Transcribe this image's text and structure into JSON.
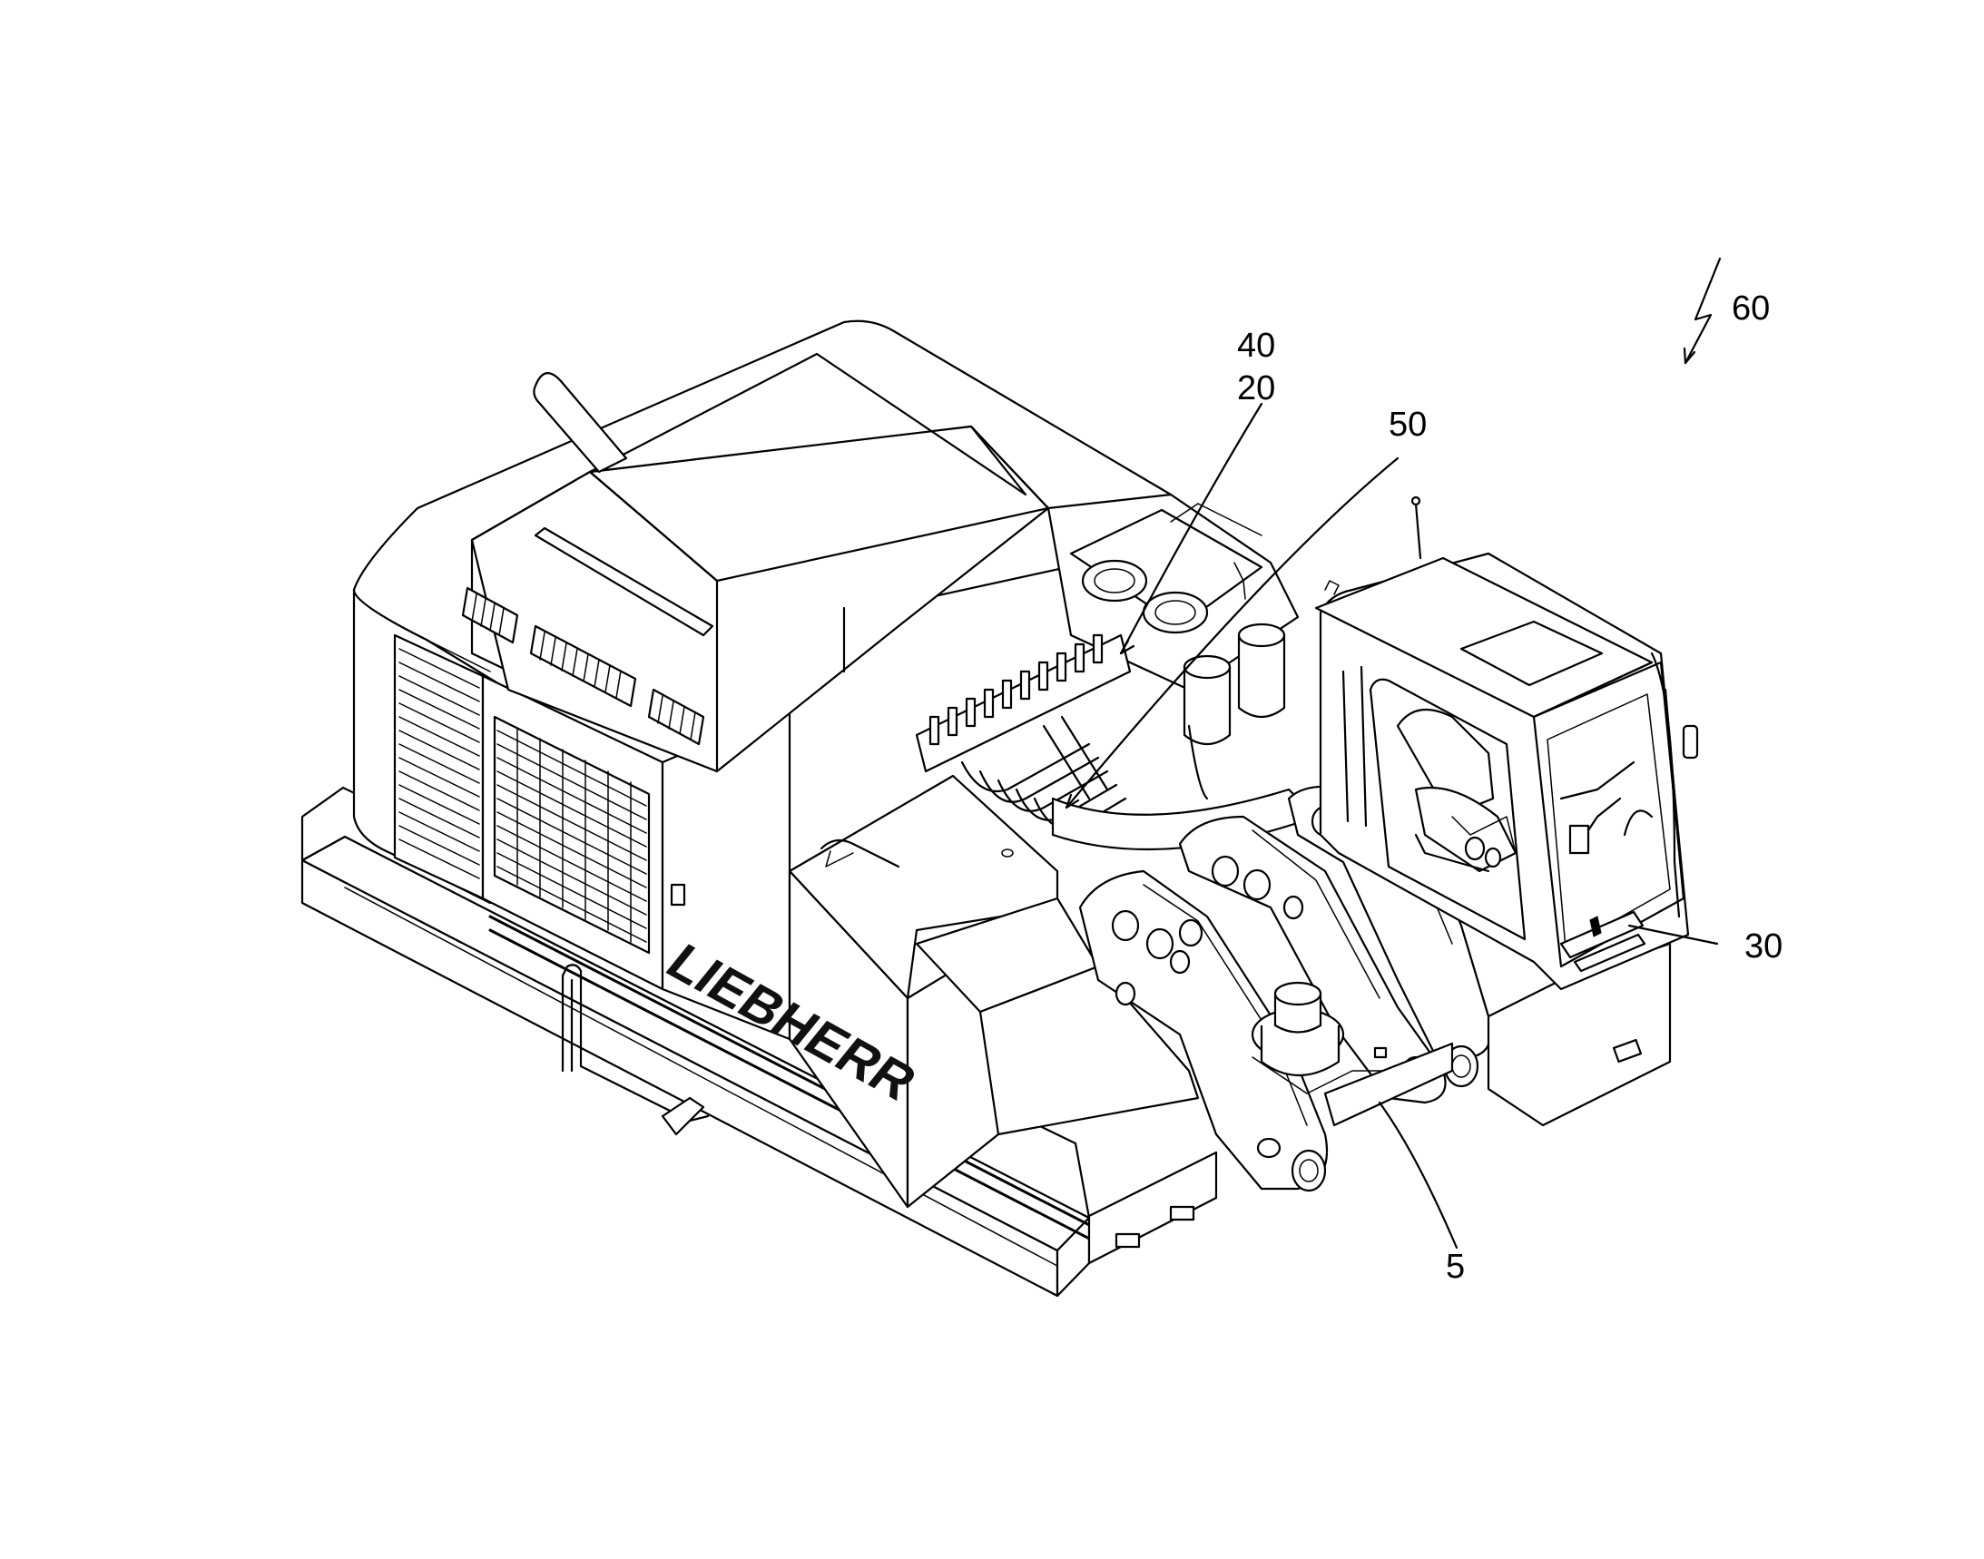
{
  "figure": {
    "brand_text": "LIEBHERR",
    "reference_labels": {
      "label_60": "60",
      "label_40": "40",
      "label_20": "20",
      "label_50": "50",
      "label_30": "30",
      "label_5": "5"
    }
  }
}
